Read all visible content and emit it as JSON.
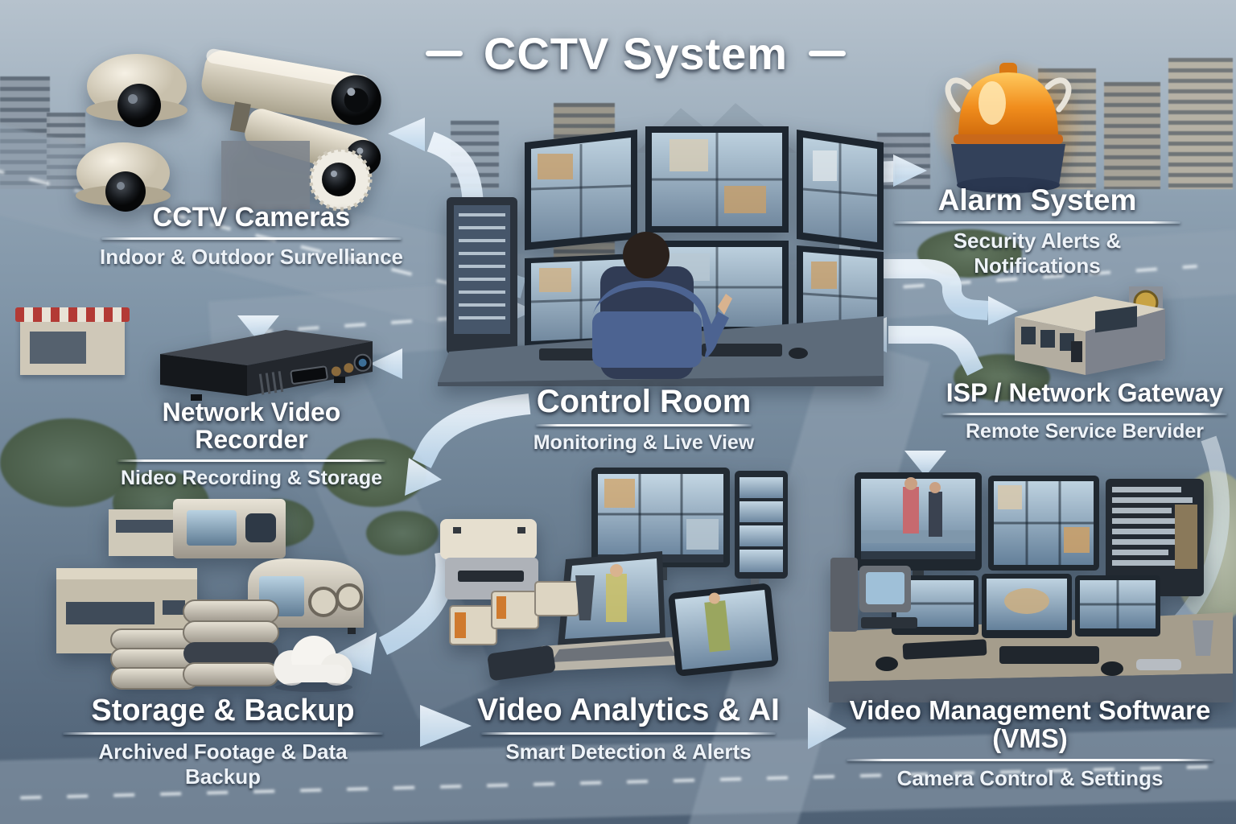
{
  "title": "CCTV System",
  "nodes": [
    {
      "id": "cctv-cameras",
      "title": "CCTV Cameras",
      "subtitle": "Indoor & Outdoor Survelliance"
    },
    {
      "id": "nvr",
      "title": "Network Video Recorder",
      "subtitle": "Nideo Recording & Storage"
    },
    {
      "id": "control-room",
      "title": "Control Room",
      "subtitle": "Monitoring & Live View"
    },
    {
      "id": "alarm-system",
      "title": "Alarm System",
      "subtitle": "Security Alerts & Notifications"
    },
    {
      "id": "isp-gateway",
      "title": "ISP / Network Gateway",
      "subtitle": "Remote Service Bervider"
    },
    {
      "id": "storage-backup",
      "title": "Storage & Backup",
      "subtitle": "Archived Footage & Data Backup"
    },
    {
      "id": "video-analytics",
      "title": "Video Analytics & AI",
      "subtitle": "Smart Detection & Alerts"
    },
    {
      "id": "vms",
      "title": "Video Management Software (VMS)",
      "subtitle": "Camera Control & Settings"
    }
  ],
  "flows": [
    "cctv-cameras -> nvr",
    "cctv-cameras -> control-room",
    "control-room -> nvr",
    "control-room -> alarm-system",
    "control-room -> isp-gateway",
    "isp-gateway -> control-room",
    "isp-gateway -> vms",
    "nvr -> storage-backup",
    "storage-backup -> video-analytics",
    "video-analytics -> vms"
  ],
  "colors": {
    "title_text": "#ffffff",
    "subtitle_text": "#eef3f8",
    "arrow": "#d9e9f7",
    "siren": "#f08c1c",
    "screen_blue": "#9db7cc",
    "device_cream": "#e9e2d2",
    "ground_slate": "#5b6e82"
  },
  "icons": {
    "cameras": [
      "dome-camera-icon",
      "bullet-camera-icon",
      "ring-camera-icon"
    ],
    "control_room": "operator-desk-scene",
    "alarm": "siren-icon",
    "nvr": "recorder-box-icon",
    "isp": "gateway-building-icon",
    "storage": [
      "disk-stack-icon",
      "cloud-icon",
      "archive-device-icon"
    ],
    "analytics": "workstation-scene",
    "vms": "multi-monitor-desk-scene"
  }
}
